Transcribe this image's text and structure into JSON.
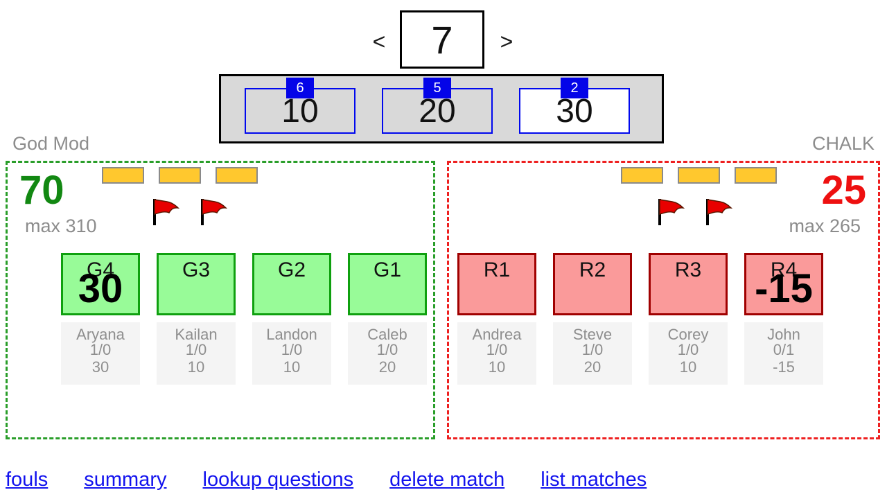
{
  "spinner": {
    "prev": "<",
    "value": "7",
    "next": ">"
  },
  "question_panel": {
    "options": [
      {
        "badge": "6",
        "value": "10",
        "selected": false
      },
      {
        "badge": "5",
        "value": "20",
        "selected": false
      },
      {
        "badge": "2",
        "value": "30",
        "selected": true
      }
    ]
  },
  "teams": [
    {
      "name": "God Mod",
      "score": "70",
      "max_label": "max 310",
      "accent_color": "#128812",
      "box_fill": "#98fb98",
      "box_border": "#0fa00f",
      "bars": 3,
      "flags": 2,
      "players": [
        {
          "label": "G4",
          "overlay": "30",
          "name": "Aryana",
          "ratio": "1/0",
          "points": "30"
        },
        {
          "label": "G3",
          "overlay": "",
          "name": "Kailan",
          "ratio": "1/0",
          "points": "10"
        },
        {
          "label": "G2",
          "overlay": "",
          "name": "Landon",
          "ratio": "1/0",
          "points": "10"
        },
        {
          "label": "G1",
          "overlay": "",
          "name": "Caleb",
          "ratio": "1/0",
          "points": "20"
        }
      ]
    },
    {
      "name": "CHALK",
      "score": "25",
      "max_label": "max 265",
      "accent_color": "#ee1010",
      "box_fill": "#fa9a9a",
      "box_border": "#a00000",
      "bars": 3,
      "flags": 2,
      "players": [
        {
          "label": "R1",
          "overlay": "",
          "name": "Andrea",
          "ratio": "1/0",
          "points": "10"
        },
        {
          "label": "R2",
          "overlay": "",
          "name": "Steve",
          "ratio": "1/0",
          "points": "20"
        },
        {
          "label": "R3",
          "overlay": "",
          "name": "Corey",
          "ratio": "1/0",
          "points": "10"
        },
        {
          "label": "R4",
          "overlay": "-15",
          "name": "John",
          "ratio": "0/1",
          "points": "-15"
        }
      ]
    }
  ],
  "colors": {
    "link_blue": "#1313ee",
    "badge_blue": "#0404e8",
    "bar_yellow": "#ffc82e",
    "flag_red": "#e80000"
  },
  "footer": {
    "links": [
      "fouls",
      "summary",
      "lookup questions",
      "delete match",
      "list matches"
    ]
  }
}
